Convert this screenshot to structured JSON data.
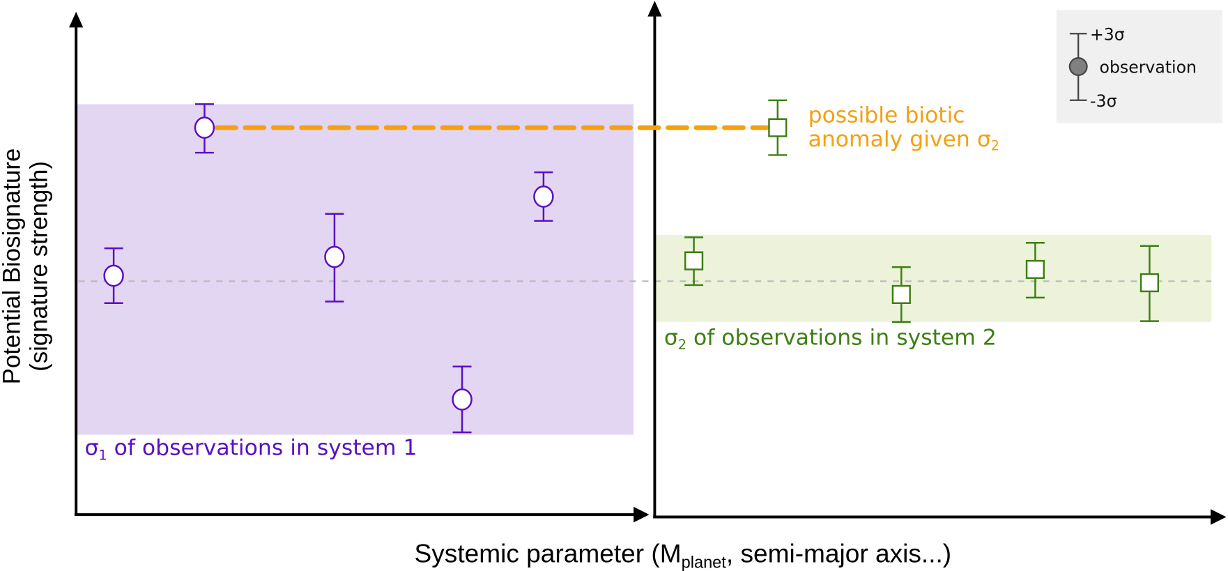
{
  "chart_data": {
    "type": "scatter",
    "title": "",
    "xlabel": "Systemic parameter (M",
    "xlabel_sub": "planet",
    "xlabel_tail": ", semi-major axis...)",
    "ylabel_line1": "Potential Biosignature",
    "ylabel_line2": "(signature strength)",
    "ylim": [
      -2.98,
      3.44
    ],
    "grid": false,
    "baseline": 0,
    "units_note": "arbitrary units; schematic figure without ticks",
    "colors": {
      "system1": "#5b0fbf",
      "system1_band": "#e3d6f3",
      "system2": "#3d7f13",
      "system2_band": "#ecf3da",
      "anomaly": "#f5a00f",
      "baseline": "#bbbbbb",
      "legend_bg": "#f0f0f0",
      "legend_marker": "#808080"
    },
    "panels": [
      {
        "name": "system 1",
        "xlim": [
          0,
          7.31
        ],
        "band": {
          "low": -1.96,
          "high": 2.26,
          "label_sigma": "σ",
          "label_sub": "1",
          "label_text": " of observations in system 1"
        },
        "marker": "circle",
        "points": [
          {
            "x": 0.48,
            "y": 0.07,
            "err_up": 0.35,
            "err_down": 0.35
          },
          {
            "x": 1.64,
            "y": 1.96,
            "err_up": 0.3,
            "err_down": 0.32
          },
          {
            "x": 3.3,
            "y": 0.31,
            "err_up": 0.55,
            "err_down": 0.57
          },
          {
            "x": 4.93,
            "y": -1.51,
            "err_up": 0.42,
            "err_down": 0.42
          },
          {
            "x": 5.97,
            "y": 1.08,
            "err_up": 0.31,
            "err_down": 0.31
          }
        ]
      },
      {
        "name": "system 2",
        "xlim": [
          0,
          7.3
        ],
        "band": {
          "low": -0.52,
          "high": 0.59,
          "label_sigma": "σ",
          "label_sub": "2",
          "label_text": " of observations in system 2"
        },
        "marker": "square",
        "points": [
          {
            "x": 0.5,
            "y": 0.26,
            "err_up": 0.3,
            "err_down": 0.31
          },
          {
            "x": 3.15,
            "y": -0.17,
            "err_up": 0.35,
            "err_down": 0.35
          },
          {
            "x": 4.86,
            "y": 0.15,
            "err_up": 0.34,
            "err_down": 0.36
          },
          {
            "x": 6.32,
            "y": -0.02,
            "err_up": 0.47,
            "err_down": 0.49
          }
        ],
        "anomaly_point": {
          "x": 1.57,
          "y": 1.96,
          "err_up": 0.35,
          "err_down": 0.35
        }
      }
    ],
    "annotation": {
      "line1": "possible biotic",
      "line2": "anomaly given σ",
      "line2_sub": "2",
      "connects": "system 1 point 2 to system 2 anomaly point"
    },
    "legend": {
      "position": "top-right",
      "upper": "+3σ",
      "marker": "observation",
      "lower": "-3σ"
    }
  }
}
